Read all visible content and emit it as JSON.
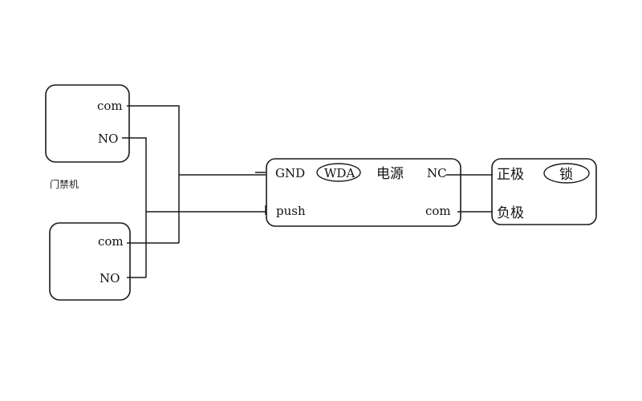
{
  "intercom_top": {
    "com": "com",
    "no": "NO"
  },
  "caption": "门禁机",
  "intercom_bottom": {
    "com": "com",
    "no": "NO"
  },
  "power_supply": {
    "gnd": "GND",
    "model": "WDA",
    "name": "电源",
    "nc": "NC",
    "push": "push",
    "com": "com"
  },
  "lock": {
    "positive": "正极",
    "name": "锁",
    "negative": "负极"
  }
}
